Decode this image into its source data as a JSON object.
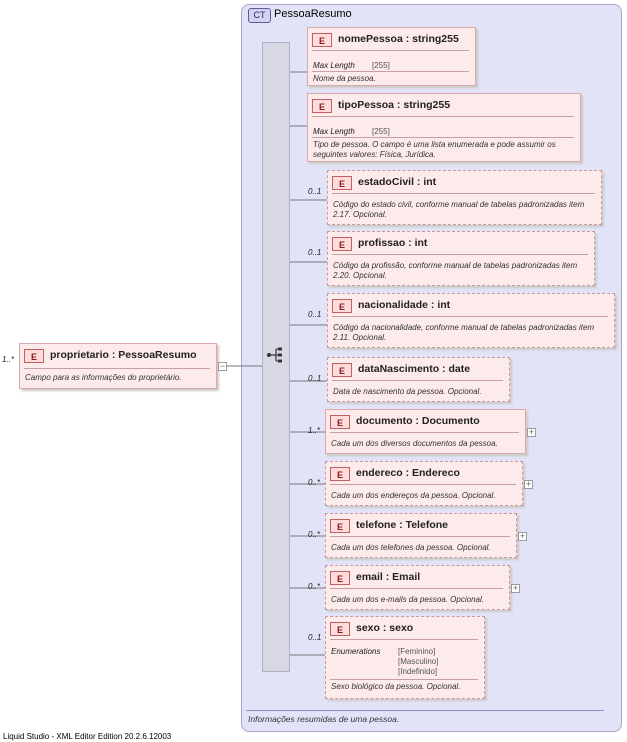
{
  "complex_type": {
    "badge": "CT",
    "name": "PessoaResumo",
    "description": "Informações resumidas de uma pessoa."
  },
  "root": {
    "cardinality": "1..*",
    "badge": "E",
    "name": "proprietario",
    "type": "PessoaResumo",
    "description": "Campo para as informações do proprietário."
  },
  "elements": [
    {
      "id": "nomePessoa",
      "badge": "E",
      "name": "nomePessoa",
      "type": "string255",
      "cardinality": "",
      "facet_label": "Max Length",
      "facet_values": [
        "[255]"
      ],
      "description": "Nome da pessoa."
    },
    {
      "id": "tipoPessoa",
      "badge": "E",
      "name": "tipoPessoa",
      "type": "string255",
      "cardinality": "",
      "facet_label": "Max Length",
      "facet_values": [
        "[255]"
      ],
      "description": "Tipo de pessoa. O campo é uma lista enumerada e pode assumir os seguintes valores: Física, Jurídica."
    },
    {
      "id": "estadoCivil",
      "badge": "E",
      "name": "estadoCivil",
      "type": "int",
      "cardinality": "0..1",
      "description": "Código do estado civil, conforme manual de tabelas padronizadas item 2.17. Opcional."
    },
    {
      "id": "profissao",
      "badge": "E",
      "name": "profissao",
      "type": "int",
      "cardinality": "0..1",
      "description": "Código da profissão, conforme manual de tabelas padronizadas item 2.20. Opcional."
    },
    {
      "id": "nacionalidade",
      "badge": "E",
      "name": "nacionalidade",
      "type": "int",
      "cardinality": "0..1",
      "description": "Código da nacionalidade, conforme manual de tabelas padronizadas item 2.11. Opcional."
    },
    {
      "id": "dataNascimento",
      "badge": "E",
      "name": "dataNascimento",
      "type": "date",
      "cardinality": "0..1",
      "description": "Data de nascimento da pessoa. Opcional."
    },
    {
      "id": "documento",
      "badge": "E",
      "name": "documento",
      "type": "Documento",
      "cardinality": "1..*",
      "description": "Cada um dos diversos documentos da pessoa."
    },
    {
      "id": "endereco",
      "badge": "E",
      "name": "endereco",
      "type": "Endereco",
      "cardinality": "0..*",
      "description": "Cada um dos endereços da pessoa. Opcional."
    },
    {
      "id": "telefone",
      "badge": "E",
      "name": "telefone",
      "type": "Telefone",
      "cardinality": "0..*",
      "description": "Cada um dos telefones da pessoa. Opcional."
    },
    {
      "id": "email",
      "badge": "E",
      "name": "email",
      "type": "Email",
      "cardinality": "0..*",
      "description": "Cada um dos e-mails da pessoa. Opcional."
    },
    {
      "id": "sexo",
      "badge": "E",
      "name": "sexo",
      "type": "sexo",
      "cardinality": "0..1",
      "facet_label": "Enumerations",
      "facet_values": [
        "[Feminino]",
        "[Masculino]",
        "[Indefinido]"
      ],
      "description": "Sexo biológico da pessoa. Opcional."
    }
  ],
  "separator": ":",
  "expand_symbol": "+",
  "collapse_symbol": "−",
  "footer": "Liquid Studio - XML Editor Edition 20.2.6.12003"
}
